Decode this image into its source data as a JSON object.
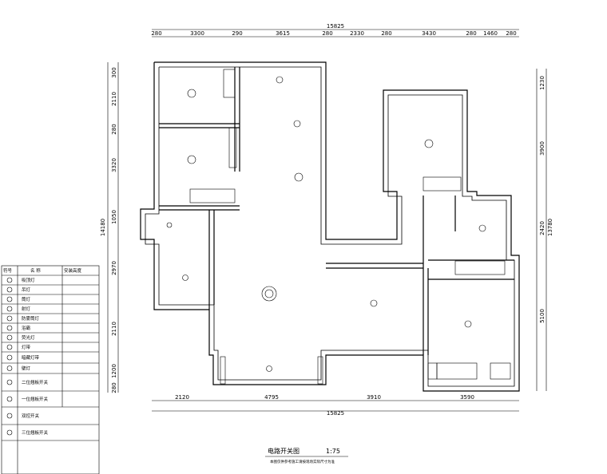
{
  "drawing": {
    "title": "电路开关图",
    "scale": "1:75",
    "note": "本图仅供参考施工请按现场实际尺寸为准"
  },
  "dimensions": {
    "top_total": "15825",
    "top": [
      "280",
      "3300",
      "290",
      "3615",
      "280",
      "2330",
      "280",
      "3430",
      "280",
      "1460",
      "280"
    ],
    "bottom": [
      "2120",
      "4795",
      "3910",
      "3590"
    ],
    "bottom_total": "15825",
    "left_total": "14180",
    "left": [
      "300",
      "2110",
      "280",
      "3320",
      "1050",
      "2970",
      "2110",
      "1200",
      "280"
    ],
    "right": [
      "1230",
      "3900",
      "2420",
      "5100"
    ],
    "right_total": "13780"
  },
  "legend": {
    "headers": [
      "符号",
      "名 称",
      "安装高度"
    ],
    "rows": [
      {
        "icon": "chandelier-icon",
        "name": "吸顶灯"
      },
      {
        "icon": "pendant-light-icon",
        "name": "吊灯"
      },
      {
        "icon": "downlight-icon",
        "name": "筒灯"
      },
      {
        "icon": "spotlight-icon",
        "name": "射灯"
      },
      {
        "icon": "moisture-proof-light-icon",
        "name": "防雾筒灯"
      },
      {
        "icon": "bath-heater-icon",
        "name": "浴霸"
      },
      {
        "icon": "fluorescent-tube-icon",
        "name": "荧光灯"
      },
      {
        "icon": "lamp-strip-icon",
        "name": "灯带"
      },
      {
        "icon": "hidden-lamp-strip-icon",
        "name": "暗藏灯带"
      },
      {
        "icon": "wall-lamp-icon",
        "name": "壁灯"
      },
      {
        "icon": "double-switch-icon",
        "name": "二位翘板开关"
      },
      {
        "icon": "single-switch-icon",
        "name": "一位翘板开关"
      },
      {
        "icon": "dual-control-switch-icon",
        "name": "双控开关"
      },
      {
        "icon": "triple-switch-icon",
        "name": "三位翘板开关"
      }
    ]
  }
}
